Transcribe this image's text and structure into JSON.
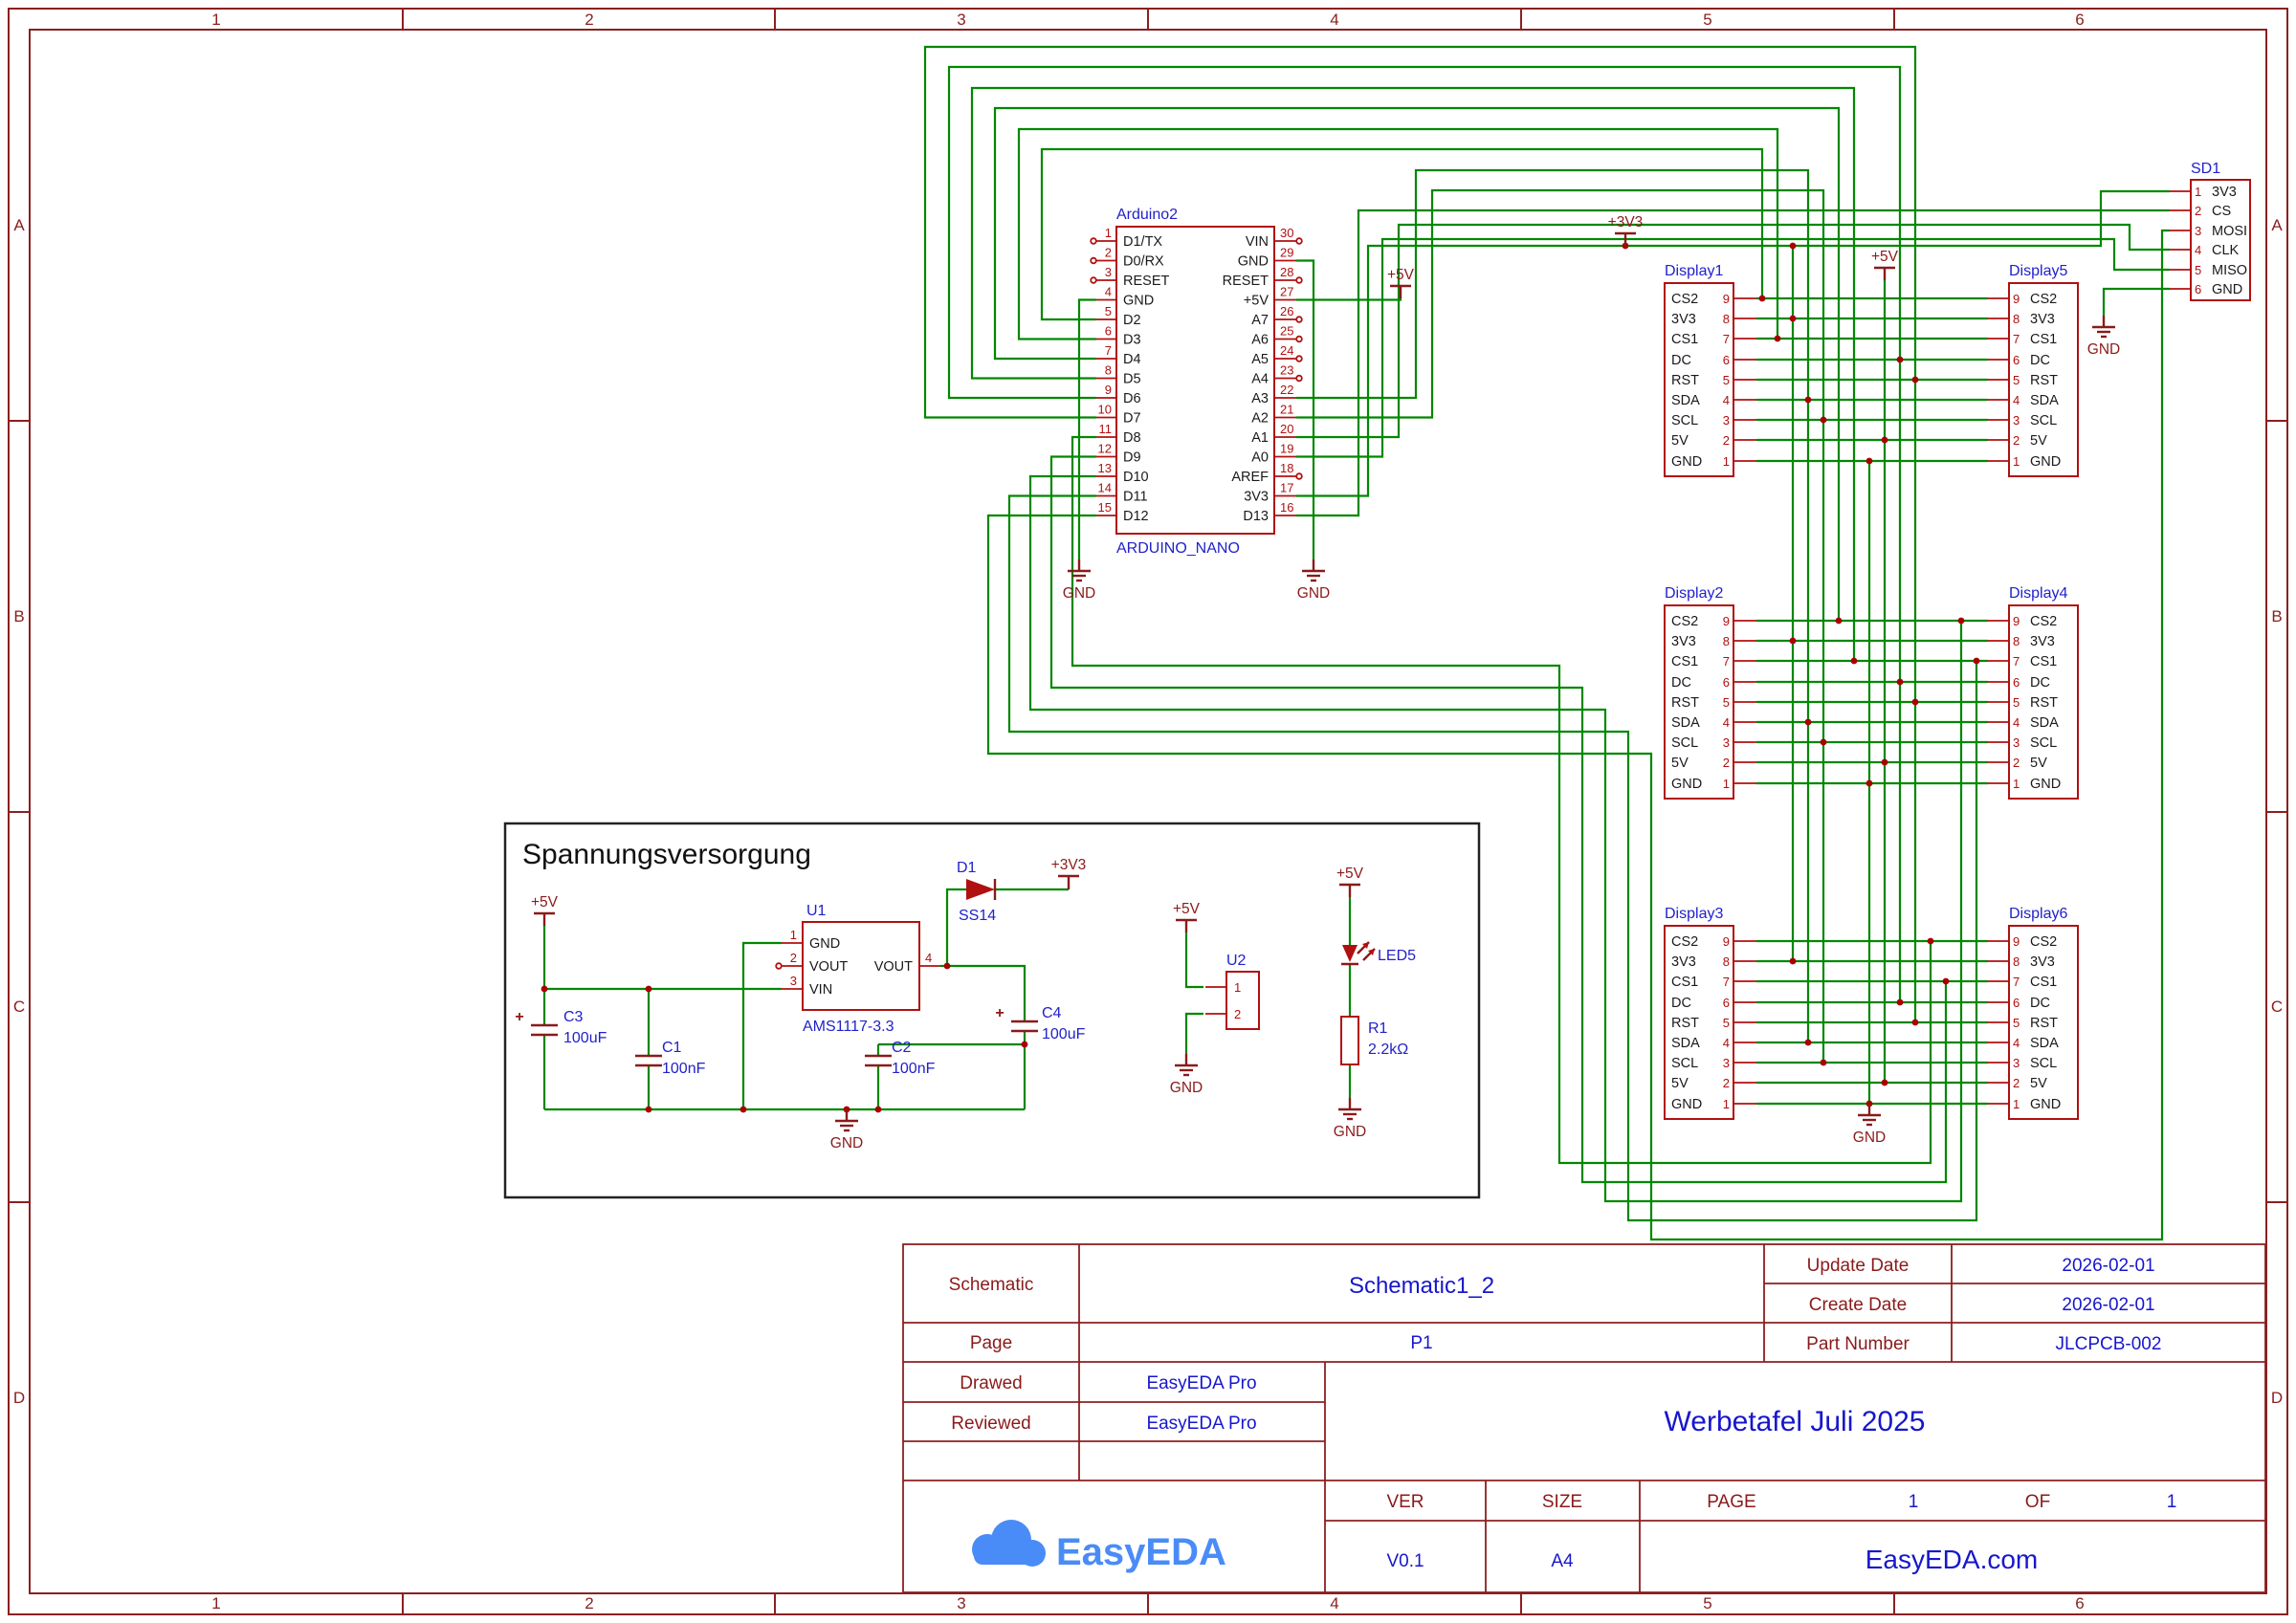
{
  "sheet": {
    "frame_columns": [
      "1",
      "2",
      "3",
      "4",
      "5",
      "6"
    ],
    "frame_rows": [
      "A",
      "B",
      "C",
      "D"
    ]
  },
  "arduino": {
    "designator": "Arduino2",
    "part_name": "ARDUINO_NANO",
    "left_pins": [
      {
        "num": "1",
        "label": "D1/TX"
      },
      {
        "num": "2",
        "label": "D0/RX"
      },
      {
        "num": "3",
        "label": "RESET"
      },
      {
        "num": "4",
        "label": "GND"
      },
      {
        "num": "5",
        "label": "D2"
      },
      {
        "num": "6",
        "label": "D3"
      },
      {
        "num": "7",
        "label": "D4"
      },
      {
        "num": "8",
        "label": "D5"
      },
      {
        "num": "9",
        "label": "D6"
      },
      {
        "num": "10",
        "label": "D7"
      },
      {
        "num": "11",
        "label": "D8"
      },
      {
        "num": "12",
        "label": "D9"
      },
      {
        "num": "13",
        "label": "D10"
      },
      {
        "num": "14",
        "label": "D11"
      },
      {
        "num": "15",
        "label": "D12"
      }
    ],
    "right_pins": [
      {
        "num": "30",
        "label": "VIN"
      },
      {
        "num": "29",
        "label": "GND"
      },
      {
        "num": "28",
        "label": "RESET"
      },
      {
        "num": "27",
        "label": "+5V"
      },
      {
        "num": "26",
        "label": "A7"
      },
      {
        "num": "25",
        "label": "A6"
      },
      {
        "num": "24",
        "label": "A5"
      },
      {
        "num": "23",
        "label": "A4"
      },
      {
        "num": "22",
        "label": "A3"
      },
      {
        "num": "21",
        "label": "A2"
      },
      {
        "num": "20",
        "label": "A1"
      },
      {
        "num": "19",
        "label": "A0"
      },
      {
        "num": "18",
        "label": "AREF"
      },
      {
        "num": "17",
        "label": "3V3"
      },
      {
        "num": "16",
        "label": "D13"
      }
    ]
  },
  "displays": {
    "pin_numbers": [
      "9",
      "8",
      "7",
      "6",
      "5",
      "4",
      "3",
      "2",
      "1"
    ],
    "pin_labels": [
      "CS2",
      "3V3",
      "CS1",
      "DC",
      "RST",
      "SDA",
      "SCL",
      "5V",
      "GND"
    ],
    "units": [
      {
        "designator": "Display1"
      },
      {
        "designator": "Display2"
      },
      {
        "designator": "Display3"
      },
      {
        "designator": "Display4"
      },
      {
        "designator": "Display5"
      },
      {
        "designator": "Display6"
      }
    ]
  },
  "sd_card": {
    "designator": "SD1",
    "pins": [
      {
        "num": "1",
        "label": "3V3"
      },
      {
        "num": "2",
        "label": "CS"
      },
      {
        "num": "3",
        "label": "MOSI"
      },
      {
        "num": "4",
        "label": "CLK"
      },
      {
        "num": "5",
        "label": "MISO"
      },
      {
        "num": "6",
        "label": "GND"
      }
    ]
  },
  "power_supply": {
    "box_title": "Spannungsversorgung",
    "plus": "+",
    "u1": {
      "designator": "U1",
      "value": "AMS1117-3.3",
      "pin_numbers": [
        "1",
        "2",
        "3",
        "4"
      ],
      "pin_labels": [
        "GND",
        "VOUT",
        "VIN",
        "VOUT"
      ]
    },
    "u2": {
      "designator": "U2",
      "pin_numbers": [
        "1",
        "2"
      ]
    },
    "c1": {
      "designator": "C1",
      "value": "100nF"
    },
    "c2": {
      "designator": "C2",
      "value": "100nF"
    },
    "c3": {
      "designator": "C3",
      "value": "100uF"
    },
    "c4": {
      "designator": "C4",
      "value": "100uF"
    },
    "d1": {
      "designator": "D1",
      "value": "SS14"
    },
    "led": {
      "designator": "LED5"
    },
    "r1": {
      "designator": "R1",
      "value": "2.2kΩ"
    }
  },
  "net_labels": {
    "v5": "+5V",
    "v33": "+3V3",
    "gnd": "GND"
  },
  "title_block": {
    "schematic_label": "Schematic",
    "schematic_value": "Schematic1_2",
    "update_date_label": "Update  Date",
    "update_date_value": "2026-02-01",
    "create_date_label": "Create  Date",
    "create_date_value": "2026-02-01",
    "page_label": "Page",
    "page_value": "P1",
    "part_number_label": "Part   Number",
    "part_number_value": "JLCPCB-002",
    "drawed_label": "Drawed",
    "drawed_value": "EasyEDA Pro",
    "reviewed_label": "Reviewed",
    "reviewed_value": "EasyEDA Pro",
    "project_title": "Werbetafel Juli 2025",
    "ver_label": "VER",
    "ver_value": "V0.1",
    "size_label": "SIZE",
    "size_value": "A4",
    "page_word": "PAGE",
    "page_num": "1",
    "of_word": "OF",
    "of_num": "1",
    "logo_text": "EasyEDA",
    "website": "EasyEDA.com"
  }
}
